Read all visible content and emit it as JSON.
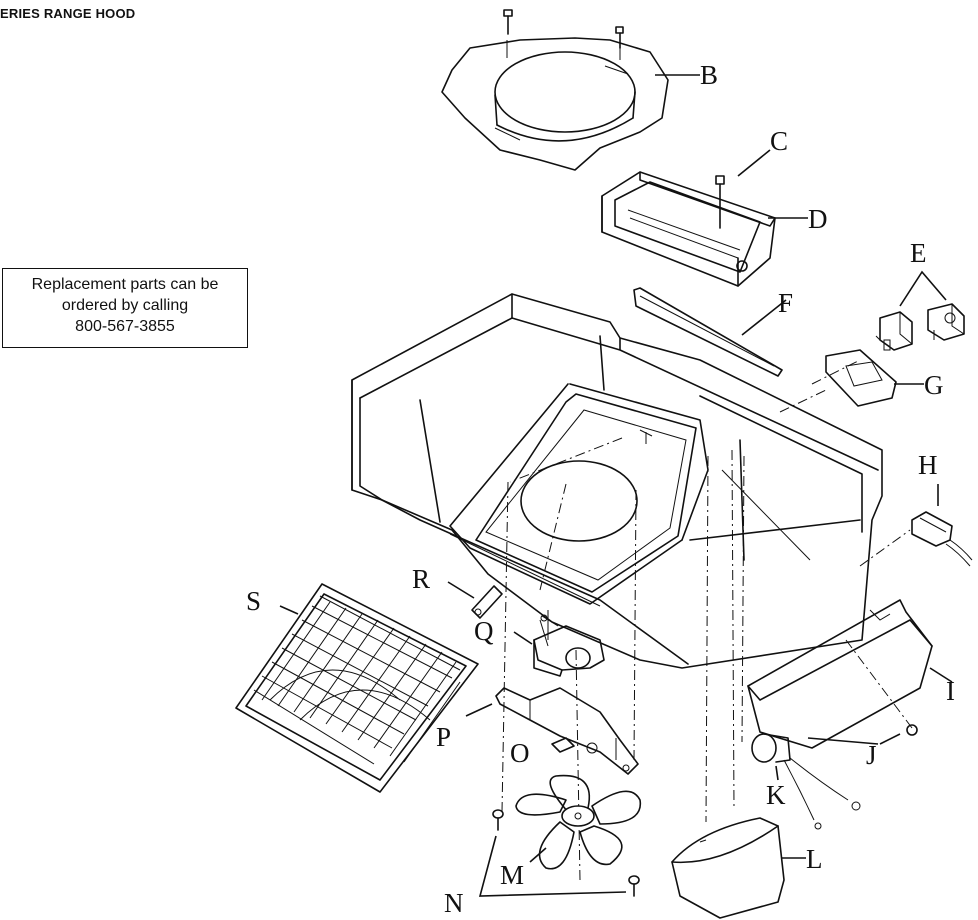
{
  "header": {
    "title": "ERIES RANGE HOOD"
  },
  "notice": {
    "line1": "Replacement parts can be",
    "line2": "ordered by calling",
    "line3": "800-567-3855"
  },
  "callouts": {
    "B": "B",
    "C": "C",
    "D": "D",
    "E": "E",
    "F": "F",
    "G": "G",
    "H": "H",
    "I": "I",
    "J": "J",
    "K": "K",
    "L": "L",
    "M": "M",
    "N": "N",
    "O": "O",
    "P": "P",
    "Q": "Q",
    "R": "R",
    "S": "S"
  }
}
